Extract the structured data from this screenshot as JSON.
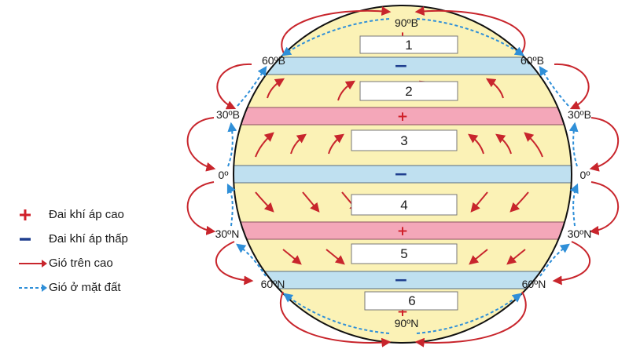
{
  "diagram": {
    "latitudes": {
      "n90": "90ºB",
      "n60_left": "60ºB",
      "n60_right": "60ºB",
      "n30_left": "30ºB",
      "n30_right": "30ºB",
      "eq_left": "0º",
      "eq_right": "0º",
      "s30_left": "30ºN",
      "s30_right": "30ºN",
      "s60_left": "60ºN",
      "s60_right": "60ºN",
      "s90": "90ºN"
    },
    "belts": [
      {
        "id": "north-60",
        "type": "low",
        "sign": "−"
      },
      {
        "id": "north-30",
        "type": "high",
        "sign": "+"
      },
      {
        "id": "equator",
        "type": "low",
        "sign": "−"
      },
      {
        "id": "south-30",
        "type": "high",
        "sign": "+"
      },
      {
        "id": "south-60",
        "type": "low",
        "sign": "−"
      }
    ],
    "boxes": [
      "1",
      "2",
      "3",
      "4",
      "5",
      "6"
    ],
    "colors": {
      "high_belt": "#f4a7b9",
      "low_belt": "#bfe0f0",
      "wind_zone": "#fbf2b6",
      "upper_wind": "#c8252c",
      "surface_wind": "#2f8fd8"
    }
  },
  "legend": {
    "high_label": "Đai khí áp cao",
    "low_label": "Đai khí áp thấp",
    "upper_label": "Gió trên cao",
    "surface_label": "Gió ở mặt đất"
  }
}
